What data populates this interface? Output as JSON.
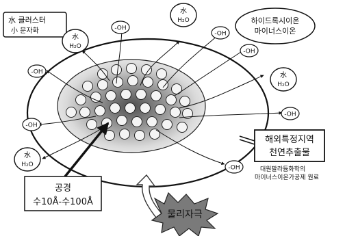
{
  "texts": {
    "cluster_line1": "水 클러스터",
    "cluster_line2": "小 문자화",
    "hydroxyl_line1": "하이드록시이온",
    "hydroxyl_line2": "마이너스이온",
    "water_char": "水",
    "h2o": "H₂O",
    "oh": "-OH",
    "extract_line1": "해외특정지역",
    "extract_line2": "천연추출물",
    "source_line1": "대원팔라듐화학의",
    "source_line2": "마이너스이온가공제 원료",
    "pore_line1": "공경",
    "pore_line2": "수10Å-수100Å",
    "stimulus": "물리자극"
  },
  "colors": {
    "ellipse_border": "#111111",
    "inner_light": "#e6e6e6",
    "inner_dark": "#555555",
    "molecule_fill": "#f4f4f4",
    "stimulus_fill": "#7a7a7a"
  }
}
